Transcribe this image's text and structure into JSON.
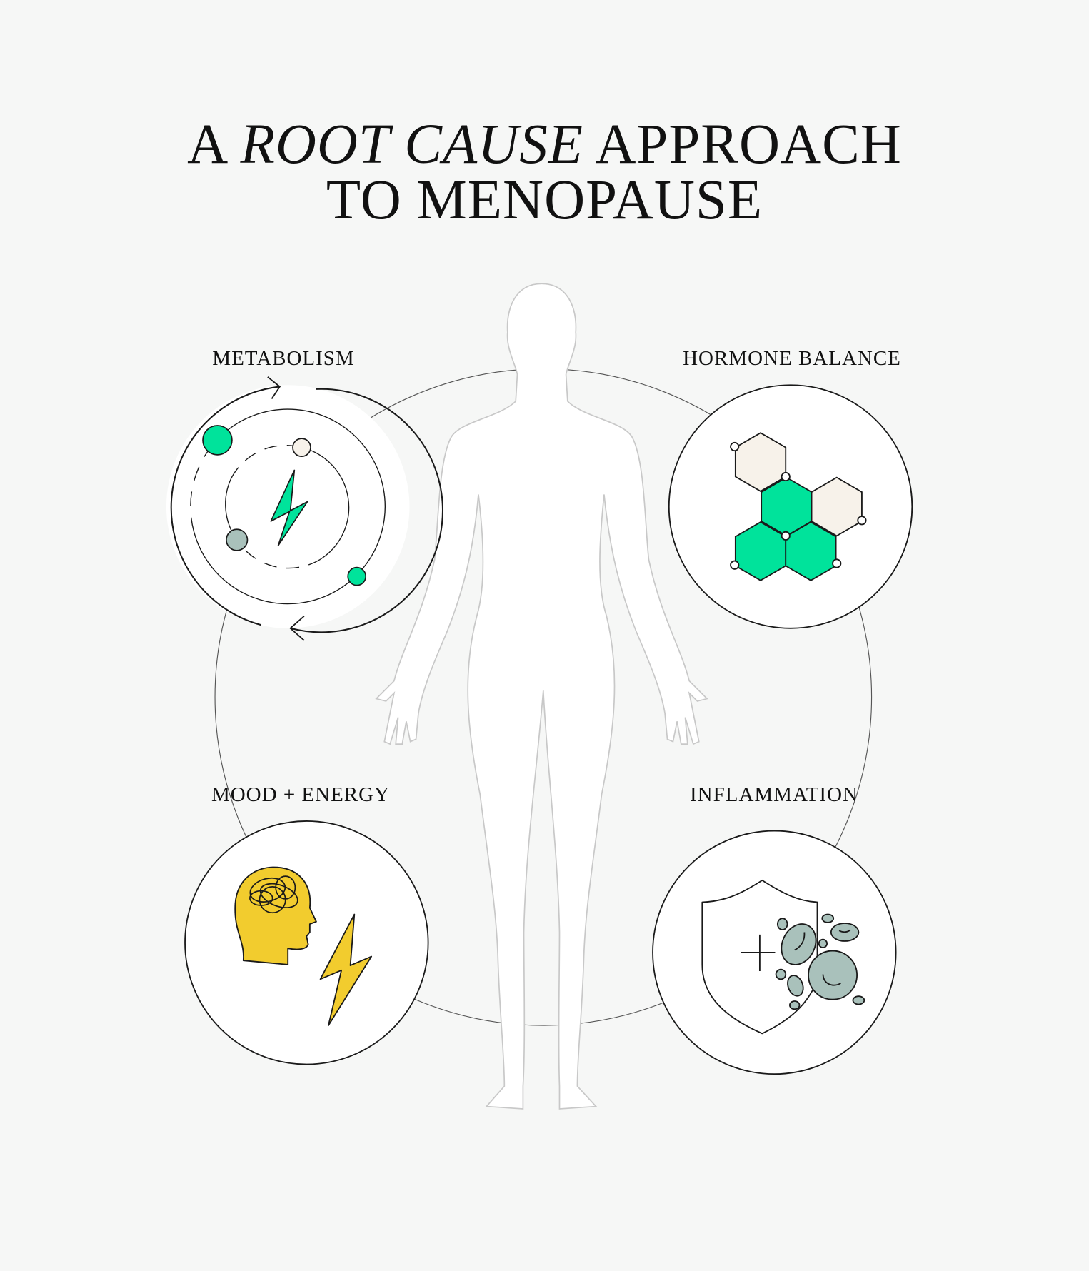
{
  "title": {
    "line1_prefix": "A",
    "line1_italic": "ROOT CAUSE",
    "line1_suffix": "APPROACH",
    "line2": "TO MENOPAUSE"
  },
  "pillars": [
    {
      "label": "METABOLISM",
      "icon": "metabolism-cycle-icon"
    },
    {
      "label": "HORMONE BALANCE",
      "icon": "hexagon-molecule-icon"
    },
    {
      "label": "MOOD + ENERGY",
      "icon": "head-lightning-icon"
    },
    {
      "label": "INFLAMMATION",
      "icon": "shield-cells-icon"
    }
  ],
  "colors": {
    "background": "#f6f7f6",
    "green": "#00e39b",
    "beige": "#f7f2ea",
    "sage": "#a9c1bb",
    "yellow": "#f2cc2e",
    "ink": "#1a1a1a"
  }
}
